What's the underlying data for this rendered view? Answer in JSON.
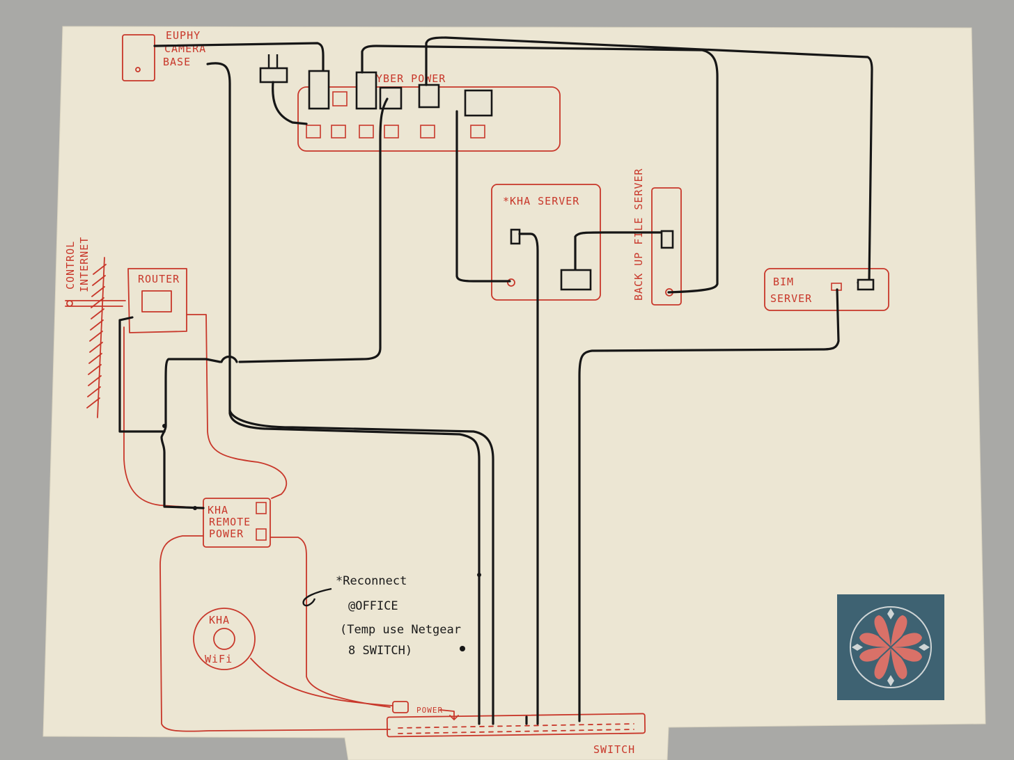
{
  "labels": {
    "camera_base": [
      "EUPHY",
      "CAMERA",
      "BASE"
    ],
    "power_strip": "CYBER POWER",
    "kha_server": "*KHA SERVER",
    "backup_server": "BACK UP FILE SERVER",
    "bim_server": [
      "BIM",
      "SERVER"
    ],
    "control_internet": [
      "CONTROL",
      "INTERNET"
    ],
    "router": "ROUTER",
    "remote_power": [
      "KHA",
      "REMOTE",
      "POWER"
    ],
    "wifi": [
      "KHA",
      "WiFi"
    ],
    "switch_power": "POWER",
    "switch": "SWITCH",
    "note": [
      "*Reconnect",
      "@OFFICE",
      "(Temp use Netgear",
      "8 SWITCH)"
    ]
  },
  "colors": {
    "paper": "#ece6d3",
    "red_ink": "#c8372a",
    "black_ink": "#161616",
    "badge_bg": "#3e6272",
    "badge_petal": "#d97168",
    "backdrop": "#a9a9a6"
  },
  "badge": {
    "icon": "flower-logo-icon"
  }
}
